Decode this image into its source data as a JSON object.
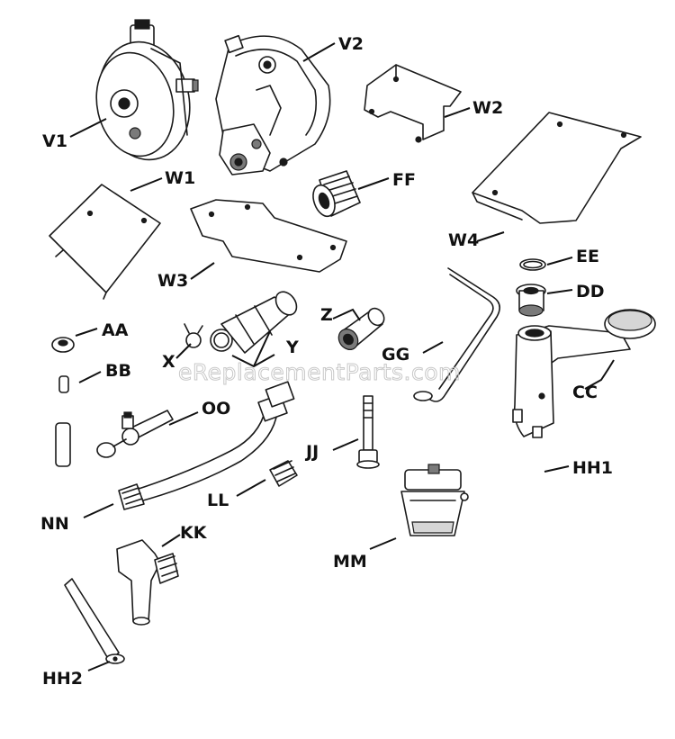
{
  "watermark": "eReplacementParts.com",
  "labels": {
    "v1": "V1",
    "v2": "V2",
    "w1": "W1",
    "w2": "W2",
    "w3": "W3",
    "w4": "W4",
    "ff": "FF",
    "ee": "EE",
    "dd": "DD",
    "cc": "CC",
    "aa": "AA",
    "bb": "BB",
    "x": "X",
    "y": "Y",
    "z": "Z",
    "gg": "GG",
    "oo": "OO",
    "jj": "JJ",
    "hh1": "HH1",
    "ll": "LL",
    "nn": "NN",
    "kk": "KK",
    "mm": "MM",
    "hh2": "HH2"
  }
}
